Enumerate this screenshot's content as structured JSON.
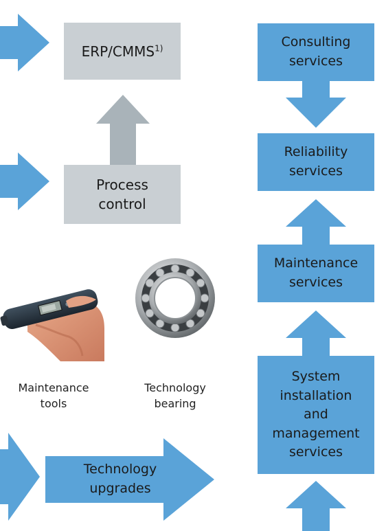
{
  "erp_box": {
    "label": "ERP/CMMS",
    "superscript": "1)"
  },
  "process_control_box": {
    "line1": "Process",
    "line2": "control"
  },
  "services": [
    {
      "line1": "Consulting",
      "line2": "services"
    },
    {
      "line1": "Reliability",
      "line2": "services"
    },
    {
      "line1": "Maintenance",
      "line2": "services"
    },
    {
      "line1": "System",
      "line2": "installation",
      "line3": "and",
      "line4": "management",
      "line5": "services"
    }
  ],
  "tools": [
    {
      "line1": "Maintenance",
      "line2": "tools",
      "image": "vibration-pen-tool"
    },
    {
      "line1": "Technology",
      "line2": "bearing",
      "image": "ball-bearing"
    }
  ],
  "upgrades_arrow": {
    "line1": "Technology",
    "line2": "upgrades"
  },
  "colors": {
    "blue": "#5aa3d8",
    "gray": "#c9cfd3",
    "gray_arrow": "#a9b3b9"
  }
}
